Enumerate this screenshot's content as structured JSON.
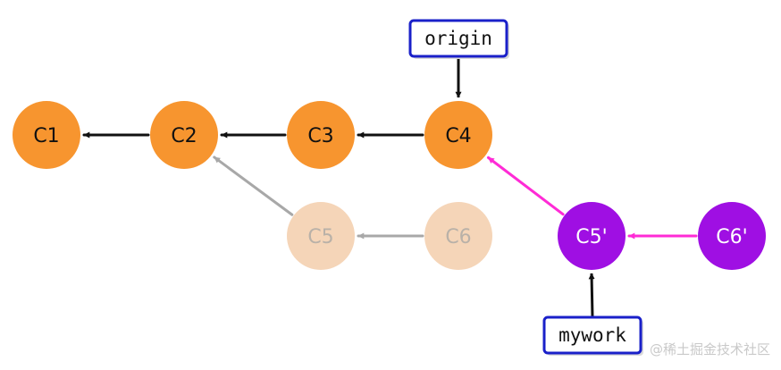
{
  "colors": {
    "committed": "#f7952f",
    "faded": "#f5d5b8",
    "rebased": "#9f0fe3",
    "ref_border": "#1a20c9",
    "arrow_main": "#111111",
    "arrow_faded": "#a8a8a8",
    "arrow_rebased": "#ff2bd6"
  },
  "commits": [
    {
      "id": "C1",
      "label": "C1",
      "style": "committed"
    },
    {
      "id": "C2",
      "label": "C2",
      "style": "committed"
    },
    {
      "id": "C3",
      "label": "C3",
      "style": "committed"
    },
    {
      "id": "C4",
      "label": "C4",
      "style": "committed"
    },
    {
      "id": "C5",
      "label": "C5",
      "style": "faded"
    },
    {
      "id": "C6",
      "label": "C6",
      "style": "faded"
    },
    {
      "id": "C5p",
      "label": "C5'",
      "style": "rebased"
    },
    {
      "id": "C6p",
      "label": "C6'",
      "style": "rebased"
    }
  ],
  "refs": [
    {
      "id": "origin",
      "label": "origin",
      "points_to": "C4"
    },
    {
      "id": "mywork",
      "label": "mywork",
      "points_to": "C5p"
    }
  ],
  "edges": [
    {
      "from": "C2",
      "to": "C1",
      "style": "main"
    },
    {
      "from": "C3",
      "to": "C2",
      "style": "main"
    },
    {
      "from": "C4",
      "to": "C3",
      "style": "main"
    },
    {
      "from": "C5",
      "to": "C2",
      "style": "faded"
    },
    {
      "from": "C6",
      "to": "C5",
      "style": "faded"
    },
    {
      "from": "C5p",
      "to": "C4",
      "style": "rebased"
    },
    {
      "from": "C6p",
      "to": "C5p",
      "style": "rebased"
    }
  ],
  "watermark": "@稀土掘金技术社区"
}
